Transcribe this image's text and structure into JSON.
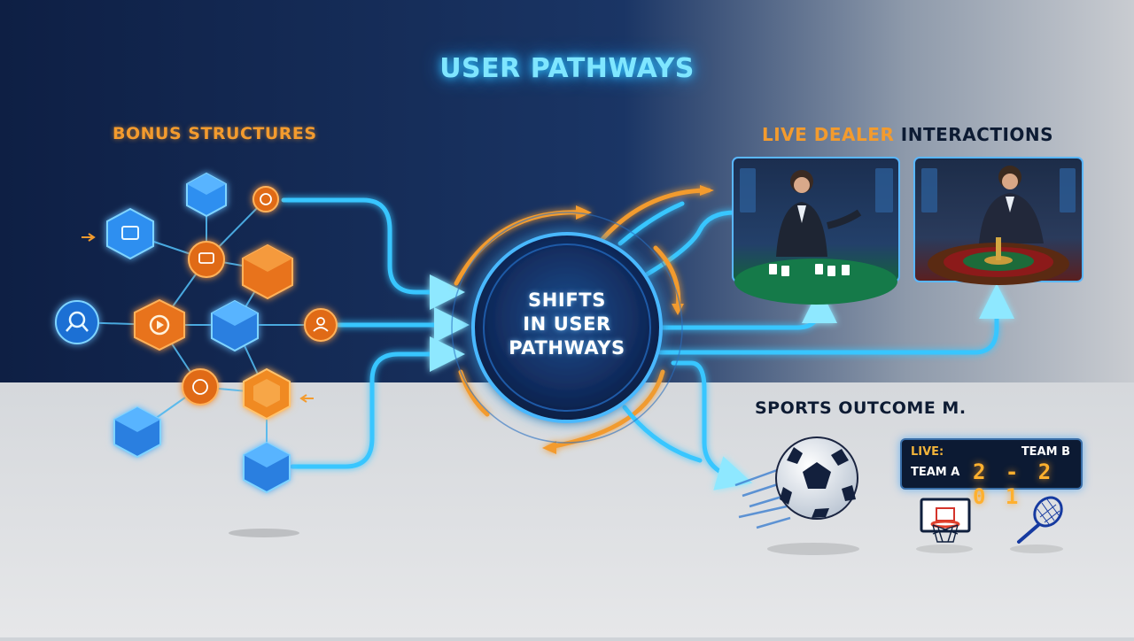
{
  "title": "USER PATHWAYS",
  "bonus_label": "BONUS STRUCTURES",
  "live_label_part1": "LIVE DEALER",
  "live_label_part2": " INTERACTIONS",
  "sports_label": "SPORTS OUTCOME M.",
  "center_lines": [
    "SHIFTS",
    "IN USER",
    "PATHWAYS"
  ],
  "scoreboard": {
    "live": "LIVE:",
    "team_a": "TEAM A",
    "team_b": "TEAM B",
    "score": "2 - 2 0 1"
  },
  "colors": {
    "navy": "#0f2146",
    "cyan_glow": "#38c9ff",
    "orange": "#f08a24",
    "blue_node": "#2a7fe0"
  },
  "icons": [
    "soccer-ball-icon",
    "basketball-hoop-icon",
    "tennis-racket-icon",
    "card-table-icon",
    "roulette-icon"
  ]
}
